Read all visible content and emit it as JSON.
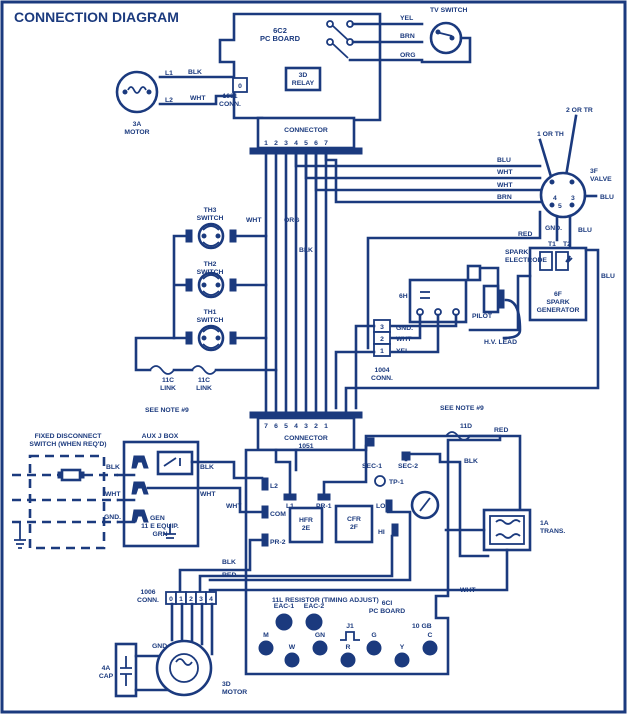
{
  "title": "CONNECTION DIAGRAM",
  "colors": {
    "ink": "#1b3a7e",
    "background": "#ffffff"
  },
  "components": {
    "pc_board_6c2": "6C2\nPC BOARD",
    "relay_3d": "3D\nRELAY",
    "conn_1001": "1001\nCONN.",
    "conn_1001_pin": "0",
    "motor_3a": "3A\nMOTOR",
    "tv_switch": "TV SWITCH",
    "connector_top": "CONNECTOR",
    "connector_top_pins": [
      "1",
      "2",
      "3",
      "4",
      "5",
      "6",
      "7"
    ],
    "valve_3f": "3F\nVALVE",
    "valve_terms": {
      "t1_or_th": "1 OR TH",
      "t2_or_tr": "2 OR TR",
      "n4": "4",
      "n5": "5",
      "n3": "3"
    },
    "th3": "TH3\nSWITCH",
    "th2": "TH2\nSWITCH",
    "th1": "TH1\nSWITCH",
    "link_a": "11C\nLINK",
    "link_b": "11C\nLINK",
    "spark_electrode": "SPARK\nELECTRODE",
    "pilot": "PILOT",
    "hv_lead": "H.V. LEAD",
    "generator_6f": "6F\nSPARK\nGENERATOR",
    "t1": "T1",
    "t2": "T2",
    "sixh": "6H",
    "conn_1004": "1004\nCONN.",
    "conn_1004_pins": [
      "3",
      "2",
      "1"
    ],
    "see_note_left": "SEE NOTE #9",
    "see_note_right": "SEE NOTE #9",
    "connector_1051": "CONNECTOR\n1051",
    "connector_1051_pins": [
      "7",
      "6",
      "5",
      "4",
      "3",
      "2",
      "1"
    ],
    "fixed_disconnect": "FIXED DISCONNECT\nSWITCH (WHEN REQ'D)",
    "aux_j_box": "AUX J BOX",
    "gen_label": "GEN",
    "equip_grn": "11 E EQUIP.\nGRN",
    "fuse_11d": "11D",
    "sec1": "SEC-1",
    "sec2": "SEC-2",
    "tp1": "TP-1",
    "l2": "L2",
    "l1": "L1",
    "pr1": "PR-1",
    "com": "COM",
    "pr2": "PR-2",
    "hfr": "HFR\n2E",
    "cfr": "CFR\n2F",
    "lo": "LO",
    "hi": "HI",
    "trans_1a": "1A\nTRANS.",
    "conn_1006": "1006\nCONN.",
    "conn_1006_pins": [
      "0",
      "1",
      "2",
      "3",
      "4"
    ],
    "resistor_11l": "11L RESISTOR (TIMING ADJUST)",
    "pc_board_6ci": "6CI\nPC BOARD",
    "jumper_j1": "J1",
    "gb_10": "10 GB",
    "eac1": "EAC-1",
    "eac2": "EAC-2",
    "terminals": [
      "M",
      "W",
      "GN",
      "R",
      "G",
      "Y",
      "C"
    ],
    "cap_4a": "4A\nCAP",
    "motor_3d": "3D\nMOTOR"
  },
  "wire_labels": {
    "yel_top": "YEL",
    "brn_top": "BRN",
    "org_top": "ORG",
    "blk_motor": "BLK",
    "wht_motor": "WHT",
    "l1": "L1",
    "l2": "L2",
    "blu_1": "BLU",
    "wht_1": "WHT",
    "wht_2": "WHT",
    "brn_1": "BRN",
    "blu_valve": "BLU",
    "red_valve": "RED",
    "gnd_valve": "GND.",
    "blu_2": "BLU",
    "blu_3": "BLU",
    "wht_th3": "WHT",
    "org_th3": "ORG",
    "blk_mid": "BLK",
    "gnd_1004": "GND.",
    "wht_1004": "WHT",
    "yel_1004": "YEL",
    "red_fuse": "RED",
    "blk_trans": "BLK",
    "blk_aux_l": "BLK",
    "blk_aux_r": "BLK",
    "wht_aux_l": "WHT",
    "wht_aux_r": "WHT",
    "gnd_aux": "GND.",
    "wht_com": "WHT",
    "blk_1006": "BLK",
    "red_1006": "RED",
    "wht_bottom": "WHT",
    "gnd_cap": "GND."
  }
}
